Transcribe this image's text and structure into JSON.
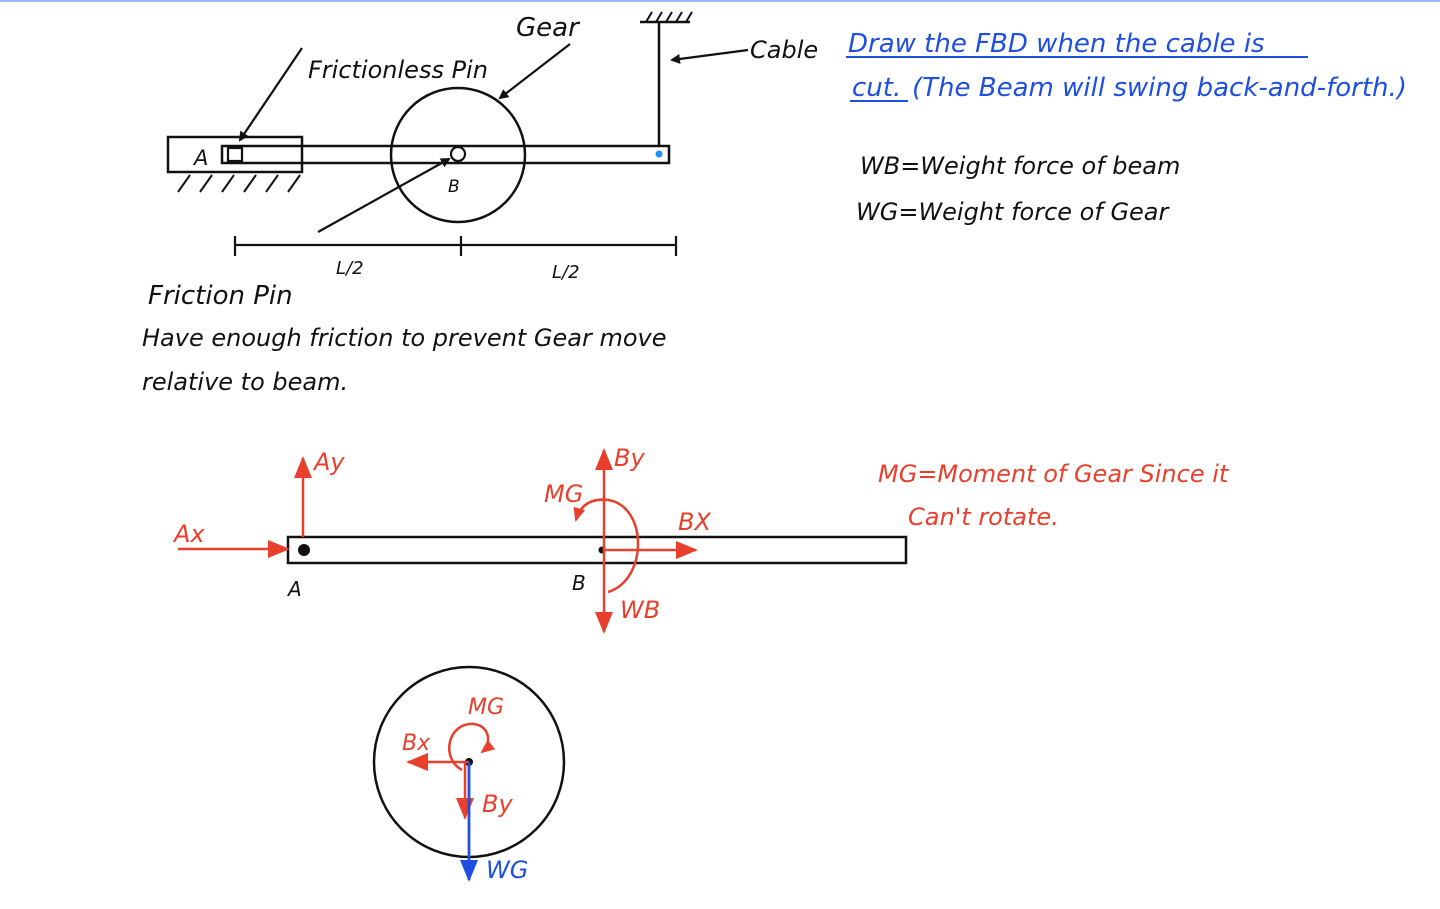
{
  "colors": {
    "ink": "#111111",
    "red_ink": "#e8402c",
    "blue_ink": "#1e4fe0",
    "background": "#ffffff"
  },
  "setup": {
    "label_gear": "Gear",
    "label_frictionless_pin": "Frictionless Pin",
    "label_cable": "Cable",
    "label_a": "A",
    "label_b": "B",
    "dim_left": "L/2",
    "dim_right": "L/2",
    "friction_pin_title": "Friction Pin",
    "friction_pin_line1": "Have enough friction to prevent Gear move",
    "friction_pin_line2": "relative to beam."
  },
  "instructions": {
    "line1": "Draw the FBD when the cable is",
    "line2_cut": "cut.",
    "line2_rest": "(The Beam will swing back-and-forth.)",
    "def_wb": "WB=Weight force of beam",
    "def_wg": "WG=Weight force of Gear",
    "mg_note_line1": "MG=Moment of Gear Since it",
    "mg_note_line2": "Can't rotate."
  },
  "beam_fbd": {
    "ax": "Ax",
    "ay": "Ay",
    "by": "By",
    "bx": "BX",
    "mg": "MG",
    "wb": "WB",
    "label_a": "A",
    "label_b": "B"
  },
  "gear_fbd": {
    "mg": "MG",
    "bx": "Bx",
    "by": "By",
    "wg": "WG"
  }
}
